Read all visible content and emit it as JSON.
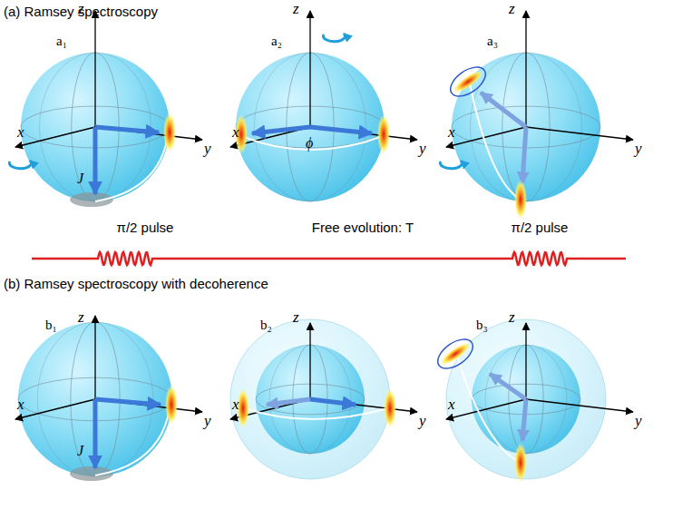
{
  "diagram": {
    "labels": [
      "(a) Ramsey spectroscopy",
      "a₁",
      "z",
      "x",
      "y",
      "J",
      "a₂",
      "z",
      "x",
      "y",
      "ϕ",
      "a₃",
      "z",
      "x",
      "y",
      "π/2 pulse",
      "Free evolution: T",
      "π/2 pulse",
      "(b) Ramsey spectroscopy with decoherence",
      "b₁",
      "z",
      "x",
      "y",
      "J",
      "b₂",
      "z",
      "x",
      "y",
      "b₃",
      "z",
      "x",
      "y"
    ]
  }
}
